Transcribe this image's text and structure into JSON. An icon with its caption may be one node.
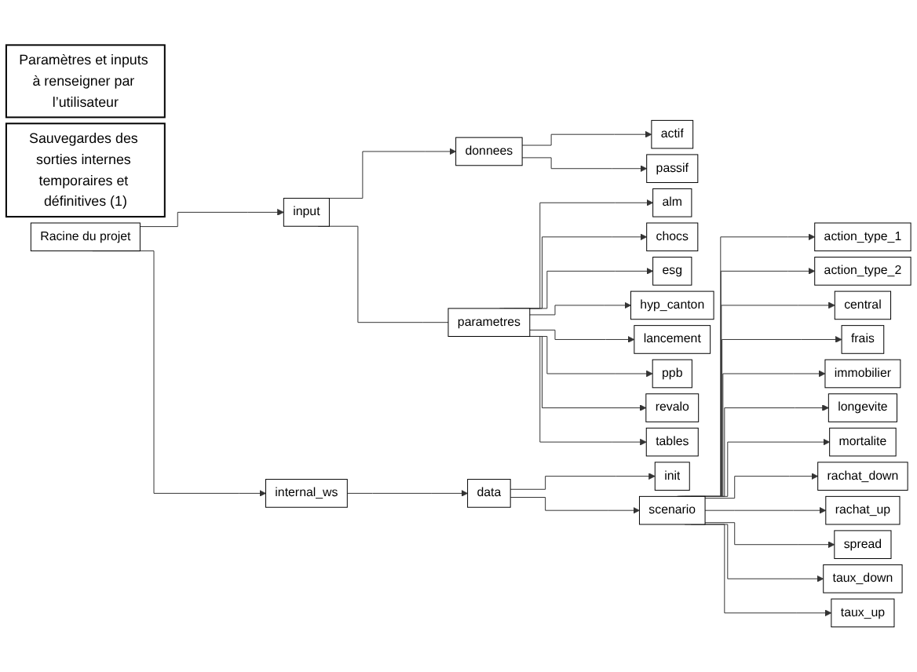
{
  "diagram": {
    "nodes": [
      {
        "text": [
          "Racine du projet"
        ]
      },
      {
        "text": [
          "input"
        ]
      },
      {
        "text": [
          "internal_ws"
        ]
      },
      {
        "text": [
          "donnees"
        ]
      },
      {
        "text": [
          "parametres"
        ]
      },
      {
        "text": [
          "actif"
        ]
      },
      {
        "text": [
          "passif"
        ]
      },
      {
        "text": [
          "alm"
        ]
      },
      {
        "text": [
          "chocs"
        ]
      },
      {
        "text": [
          "esg"
        ]
      },
      {
        "text": [
          "hyp_canton"
        ]
      },
      {
        "text": [
          "lancement"
        ]
      },
      {
        "text": [
          "ppb"
        ]
      },
      {
        "text": [
          "revalo"
        ]
      },
      {
        "text": [
          "tables"
        ]
      },
      {
        "text": [
          "data"
        ]
      },
      {
        "text": [
          "init"
        ]
      },
      {
        "text": [
          "scenario"
        ]
      },
      {
        "text": [
          "action_type_1"
        ]
      },
      {
        "text": [
          "action_type_2"
        ]
      },
      {
        "text": [
          "central"
        ]
      },
      {
        "text": [
          "frais"
        ]
      },
      {
        "text": [
          "immobilier"
        ]
      },
      {
        "text": [
          "longevite"
        ]
      },
      {
        "text": [
          "mortalite"
        ]
      },
      {
        "text": [
          "rachat_down"
        ]
      },
      {
        "text": [
          "rachat_up"
        ]
      },
      {
        "text": [
          "spread"
        ]
      },
      {
        "text": [
          "taux_down"
        ]
      },
      {
        "text": [
          "taux_up"
        ]
      },
      {
        "text": [
          "Paramètres et inputs à renseigner par l’utilisateur"
        ]
      },
      {
        "text": [
          "Sauvegardes des sorties internes temporaires et définitives (1)"
        ]
      }
    ],
    "edges": [
      {
        "from": 0,
        "to": 1,
        "arrow": "to"
      },
      {
        "from": 0,
        "to": 2,
        "arrow": "to"
      },
      {
        "from": 1,
        "to": 3,
        "arrow": "to"
      },
      {
        "from": 1,
        "to": 4,
        "arrow": "none"
      },
      {
        "from": 3,
        "to": 5,
        "arrow": "to"
      },
      {
        "from": 3,
        "to": 6,
        "arrow": "to"
      },
      {
        "from": 4,
        "to": 7,
        "arrow": "to"
      },
      {
        "from": 4,
        "to": 8,
        "arrow": "to"
      },
      {
        "from": 4,
        "to": 9,
        "arrow": "to"
      },
      {
        "from": 4,
        "to": 10,
        "arrow": "to"
      },
      {
        "from": 4,
        "to": 11,
        "arrow": "to"
      },
      {
        "from": 4,
        "to": 12,
        "arrow": "to"
      },
      {
        "from": 4,
        "to": 13,
        "arrow": "to"
      },
      {
        "from": 4,
        "to": 14,
        "arrow": "to"
      },
      {
        "from": 2,
        "to": 15,
        "arrow": "to"
      },
      {
        "from": 15,
        "to": 16,
        "arrow": "to"
      },
      {
        "from": 15,
        "to": 17,
        "arrow": "to"
      },
      {
        "from": 17,
        "to": 18,
        "arrow": "to"
      },
      {
        "from": 17,
        "to": 19,
        "arrow": "to"
      },
      {
        "from": 17,
        "to": 20,
        "arrow": "to"
      },
      {
        "from": 17,
        "to": 21,
        "arrow": "to"
      },
      {
        "from": 17,
        "to": 22,
        "arrow": "to"
      },
      {
        "from": 17,
        "to": 23,
        "arrow": "to"
      },
      {
        "from": 17,
        "to": 24,
        "arrow": "to"
      },
      {
        "from": 17,
        "to": 25,
        "arrow": "to"
      },
      {
        "from": 17,
        "to": 26,
        "arrow": "to"
      },
      {
        "from": 17,
        "to": 27,
        "arrow": "to"
      },
      {
        "from": 17,
        "to": 28,
        "arrow": "to"
      },
      {
        "from": 17,
        "to": 29,
        "arrow": "to"
      }
    ]
  }
}
